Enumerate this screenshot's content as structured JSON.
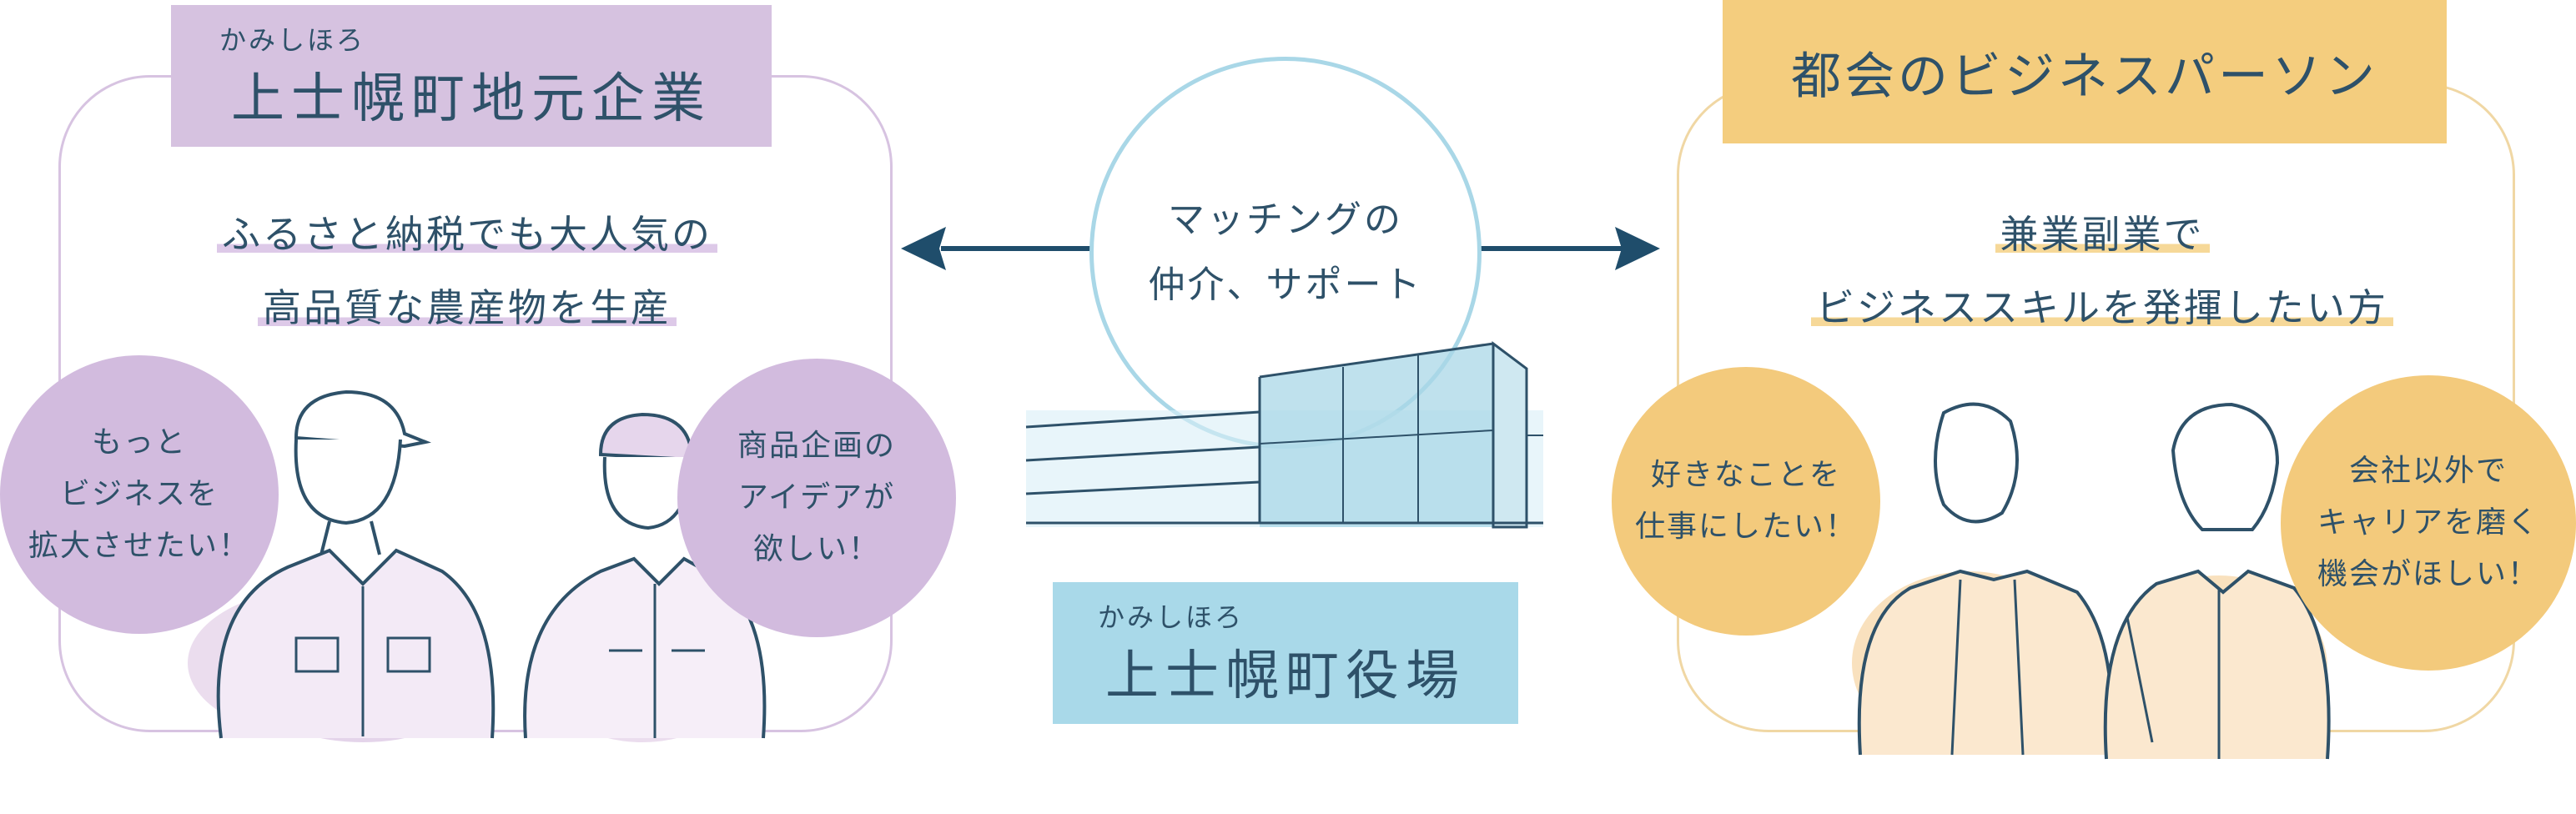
{
  "left": {
    "ruby": "かみしほろ",
    "title": "上士幌町地元企業",
    "heading_line1": "ふるさと納税でも大人気の",
    "heading_line2": "高品質な農産物を生産",
    "bubble1": [
      "もっと",
      "ビジネスを",
      "拡大させたい！"
    ],
    "bubble2": [
      "商品企画の",
      "アイデアが",
      "欲しい！"
    ]
  },
  "right": {
    "title": "都会のビジネスパーソン",
    "heading_line1": "兼業副業で",
    "heading_line2": "ビジネススキルを発揮したい方",
    "bubble1": [
      "好きなことを",
      "仕事にしたい！"
    ],
    "bubble2": [
      "会社以外で",
      "キャリアを磨く",
      "機会がほしい！"
    ]
  },
  "center": {
    "circle_line1": "マッチングの",
    "circle_line2": "仲介、サポート",
    "ruby": "かみしほろ",
    "title": "上士幌町役場"
  },
  "colors": {
    "navy": "#2e5169",
    "purple_box": "#d6c2e0",
    "purple_bubble": "#d2bbde",
    "yellow_box": "#f4cd7e",
    "yellow_bubble": "#f3ca7c",
    "blue_box": "#a9d9e9",
    "arrow": "#1f4d6b"
  },
  "icons": [
    "double-headed-arrow",
    "farmer-man-illustration",
    "farmer-woman-illustration",
    "business-man-illustration",
    "business-woman-illustration",
    "town-hall-building-illustration"
  ]
}
